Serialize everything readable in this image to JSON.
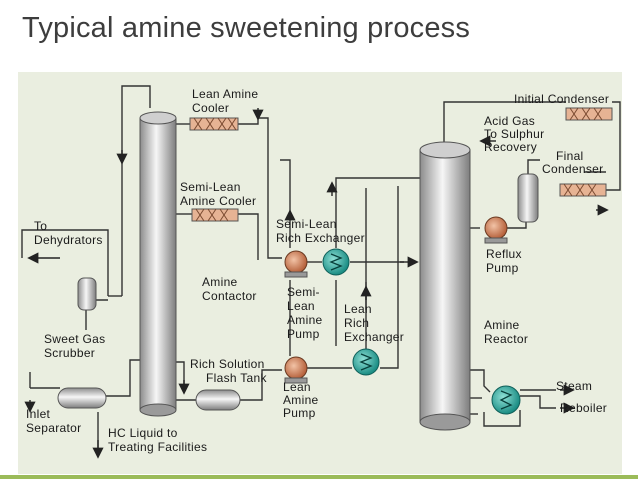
{
  "title": "Typical amine sweetening process",
  "labels": {
    "lean_amine_cooler": [
      "Lean Amine",
      "Cooler"
    ],
    "initial_condenser": [
      "Initial Condenser"
    ],
    "acid_gas": [
      "Acid Gas",
      "To Sulphur",
      "Recovery"
    ],
    "final_condenser": [
      "Final",
      "Condenser"
    ],
    "semi_lean_amine_cooler": [
      "Semi-Lean",
      "Amine Cooler"
    ],
    "to_dehydrators": [
      "To",
      "Dehydrators"
    ],
    "semi_lean_rich_exchanger": [
      "Semi-Lean",
      "Rich Exchanger"
    ],
    "reflux_pump": [
      "Reflux",
      "Pump"
    ],
    "amine_contactor": [
      "Amine",
      "Contactor"
    ],
    "semi_lean_amine_pump": [
      "Semi-",
      "Lean",
      "Amine",
      "Pump"
    ],
    "lean_rich_exchanger": [
      "Lean",
      "Rich",
      "Exchanger"
    ],
    "amine_reactor": [
      "Amine",
      "Reactor"
    ],
    "sweet_gas_scrubber": [
      "Sweet Gas",
      "Scrubber"
    ],
    "rich_solution_flash_tank": [
      "Rich Solution",
      "Flash Tank"
    ],
    "steam": [
      "Steam"
    ],
    "reboiler": [
      "Reboiler"
    ],
    "inlet_separator": [
      "Inlet",
      "Separator"
    ],
    "hc_liquid": [
      "HC Liquid to",
      "Treating Facilities"
    ],
    "lean_amine_pump": [
      "Lean",
      "Amine",
      "Pump"
    ]
  },
  "colors": {
    "panel": "#eaeee0",
    "vessel_light": "#f4f4f4",
    "vessel_dark": "#8a8a8a",
    "pump": "#d98c64",
    "exchanger": "#2aa39a",
    "cooler": "#e0a07c",
    "accent_bar": "#9bbb59"
  }
}
